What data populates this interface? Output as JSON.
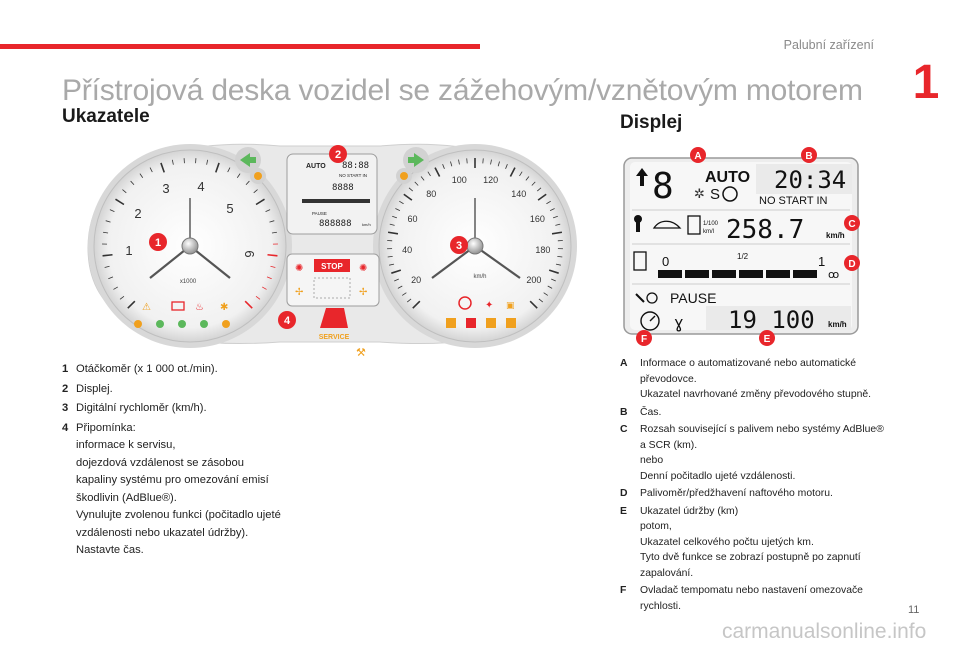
{
  "header": {
    "section_name": "Palubní zařízení",
    "chapter_number": "1"
  },
  "title": "Přístrojová deska vozidel se zážehovým/vznětovým motorem",
  "left": {
    "heading": "Ukazatele",
    "cluster": {
      "tacho_ticks": [
        "1",
        "2",
        "3",
        "4",
        "5",
        "6"
      ],
      "tacho_unit": "x1000",
      "speedo_ticks": [
        "20",
        "40",
        "60",
        "80",
        "100",
        "120",
        "140",
        "160",
        "180",
        "200"
      ],
      "speedo_unit": "km/h",
      "stop_label": "STOP",
      "service_label": "SERVICE",
      "mini_display": {
        "mode": "AUTO",
        "time": "88:88",
        "no_start": "NO START IN",
        "range": "8888",
        "pause": "PAUSE",
        "odo": "888888",
        "unit": "km/h"
      },
      "callouts": [
        "1",
        "2",
        "3",
        "4"
      ]
    },
    "items": [
      {
        "key": "1",
        "text": "Otáčkoměr (x 1 000 ot./min)."
      },
      {
        "key": "2",
        "text": "Displej."
      },
      {
        "key": "3",
        "text": "Digitální rychloměr (km/h)."
      },
      {
        "key": "4",
        "lines": [
          "Připomínka:",
          "informace k servisu,",
          "dojezdová vzdálenost se zásobou",
          "kapaliny systému pro omezování emisí",
          "škodlivin (AdBlue®).",
          "Vynulujte zvolenou funkci (počitadlo ujeté",
          "vzdálenosti nebo ukazatel údržby).",
          "Nastavte čas."
        ]
      }
    ]
  },
  "right": {
    "heading": "Displej",
    "display": {
      "mode": "AUTO",
      "gear": "S",
      "time": "20:34",
      "no_start": "NO START IN",
      "consumption_label": "1/100",
      "consumption_unit": "km/l",
      "value": "258.7",
      "value_unit": "km/h",
      "fuel_zero": "0",
      "fuel_half": "1/2",
      "fuel_full": "1",
      "pause": "PAUSE",
      "odometer": "19 100",
      "odo_unit": "km/h"
    },
    "callouts": [
      "A",
      "B",
      "C",
      "D",
      "E",
      "F"
    ],
    "items": [
      {
        "key": "A",
        "lines": [
          "Informace o automatizované nebo automatické převodovce.",
          "Ukazatel navrhované změny převodového stupně."
        ]
      },
      {
        "key": "B",
        "lines": [
          "Čas."
        ]
      },
      {
        "key": "C",
        "lines": [
          "Rozsah související s palivem nebo systémy AdBlue® a SCR (km).",
          "nebo",
          "Denní počitadlo ujeté vzdálenosti."
        ]
      },
      {
        "key": "D",
        "lines": [
          "Palivoměr/předžhavení naftového motoru."
        ]
      },
      {
        "key": "E",
        "lines": [
          "Ukazatel údržby (km)",
          "potom,",
          "Ukazatel celkového počtu ujetých km.",
          "Tyto dvě funkce se zobrazí postupně po zapnutí zapalování."
        ]
      },
      {
        "key": "F",
        "lines": [
          "Ovladač tempomatu nebo nastavení omezovače rychlosti."
        ]
      }
    ]
  },
  "footer": {
    "page_number": "11",
    "watermark": "carmanualsonline.info"
  },
  "colors": {
    "accent": "#e8262b",
    "title_gray": "#a9a9a9",
    "green": "#5cb85c",
    "orange": "#f0a01e"
  }
}
